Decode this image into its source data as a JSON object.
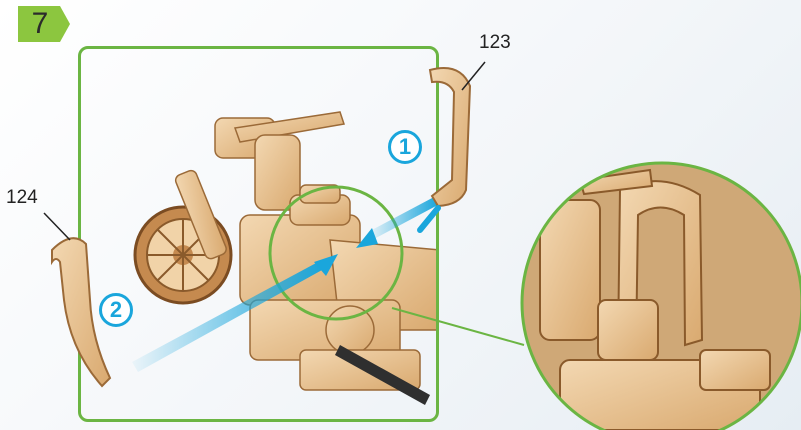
{
  "step": {
    "number": "7"
  },
  "parts": [
    {
      "id": "part-123",
      "label": "123"
    },
    {
      "id": "part-124",
      "label": "124"
    }
  ],
  "callouts": [
    {
      "id": "callout-1",
      "label": "1"
    },
    {
      "id": "callout-2",
      "label": "2"
    }
  ],
  "colors": {
    "frame_green": "#6bb543",
    "arrow_blue": "#1aa6dc",
    "wood": "#e9c79c",
    "wood_edge": "#a8733f"
  }
}
